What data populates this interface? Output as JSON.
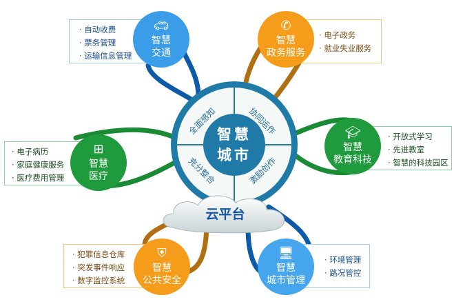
{
  "center": {
    "title_line1": "智慧",
    "title_line2": "城市",
    "segments": [
      "全面感知",
      "协同运作",
      "充分整合",
      "激励创作"
    ]
  },
  "cloud": {
    "label": "云平台"
  },
  "nodes": {
    "transport": {
      "line1": "智慧",
      "line2": "交通",
      "icon": "car-icon",
      "items": [
        "自动收费",
        "票务管理",
        "运输信息管理"
      ]
    },
    "government": {
      "line1": "智慧",
      "line2": "政务服务",
      "icon": "phone-icon",
      "items": [
        "电子政务",
        "就业失业服务"
      ]
    },
    "education": {
      "line1": "智慧",
      "line2": "教育科技",
      "icon": "graduation-cap-icon",
      "items": [
        "开放式学习",
        "先进教室",
        "智慧的科技园区"
      ]
    },
    "medical": {
      "line1": "智慧",
      "line2": "医疗",
      "icon": "medical-kit-icon",
      "items": [
        "电子病历",
        "家庭健康服务",
        "医疗费用管理"
      ]
    },
    "safety": {
      "line1": "智慧",
      "line2": "公共安全",
      "icon": "shield-icon",
      "items": [
        "犯罪信息仓库",
        "突发事件响应",
        "数字监控系统"
      ]
    },
    "management": {
      "line1": "智慧",
      "line2": "城市管理",
      "icon": "monitor-icon",
      "items": [
        "环境管理",
        "路况管控"
      ]
    }
  },
  "colors": {
    "blue": "#3b9de8",
    "orange": "#f59c1a",
    "green": "#1f9a3c",
    "core": "#1f7aa8",
    "dark_blue_link": "#0d5aa8",
    "brown_link": "#b06f10",
    "green_link": "#1a8a34"
  }
}
